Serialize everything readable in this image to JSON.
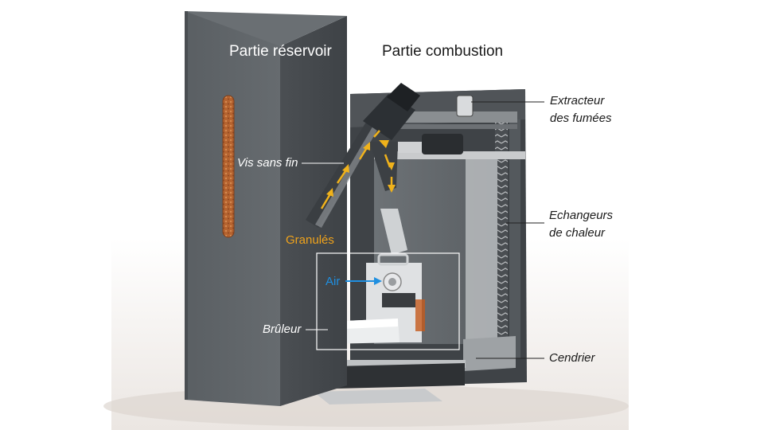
{
  "titles": {
    "reservoir": "Partie réservoir",
    "combustion": "Partie combustion"
  },
  "labels": {
    "extracteur": [
      "Extracteur",
      "des fumées"
    ],
    "vis": "Vis sans fin",
    "echangeurs": [
      "Echangeurs",
      "de chaleur"
    ],
    "granules": "Granulés",
    "air": "Air",
    "bruleur": "Brûleur",
    "cendrier": "Cendrier"
  },
  "colors": {
    "body": "#5f6468",
    "body_dark": "#45494d",
    "pellet": "#b7612f",
    "arrow_yellow": "#f0b21b",
    "air_blue": "#1f8fe0",
    "label_orange": "#f0a31b"
  }
}
